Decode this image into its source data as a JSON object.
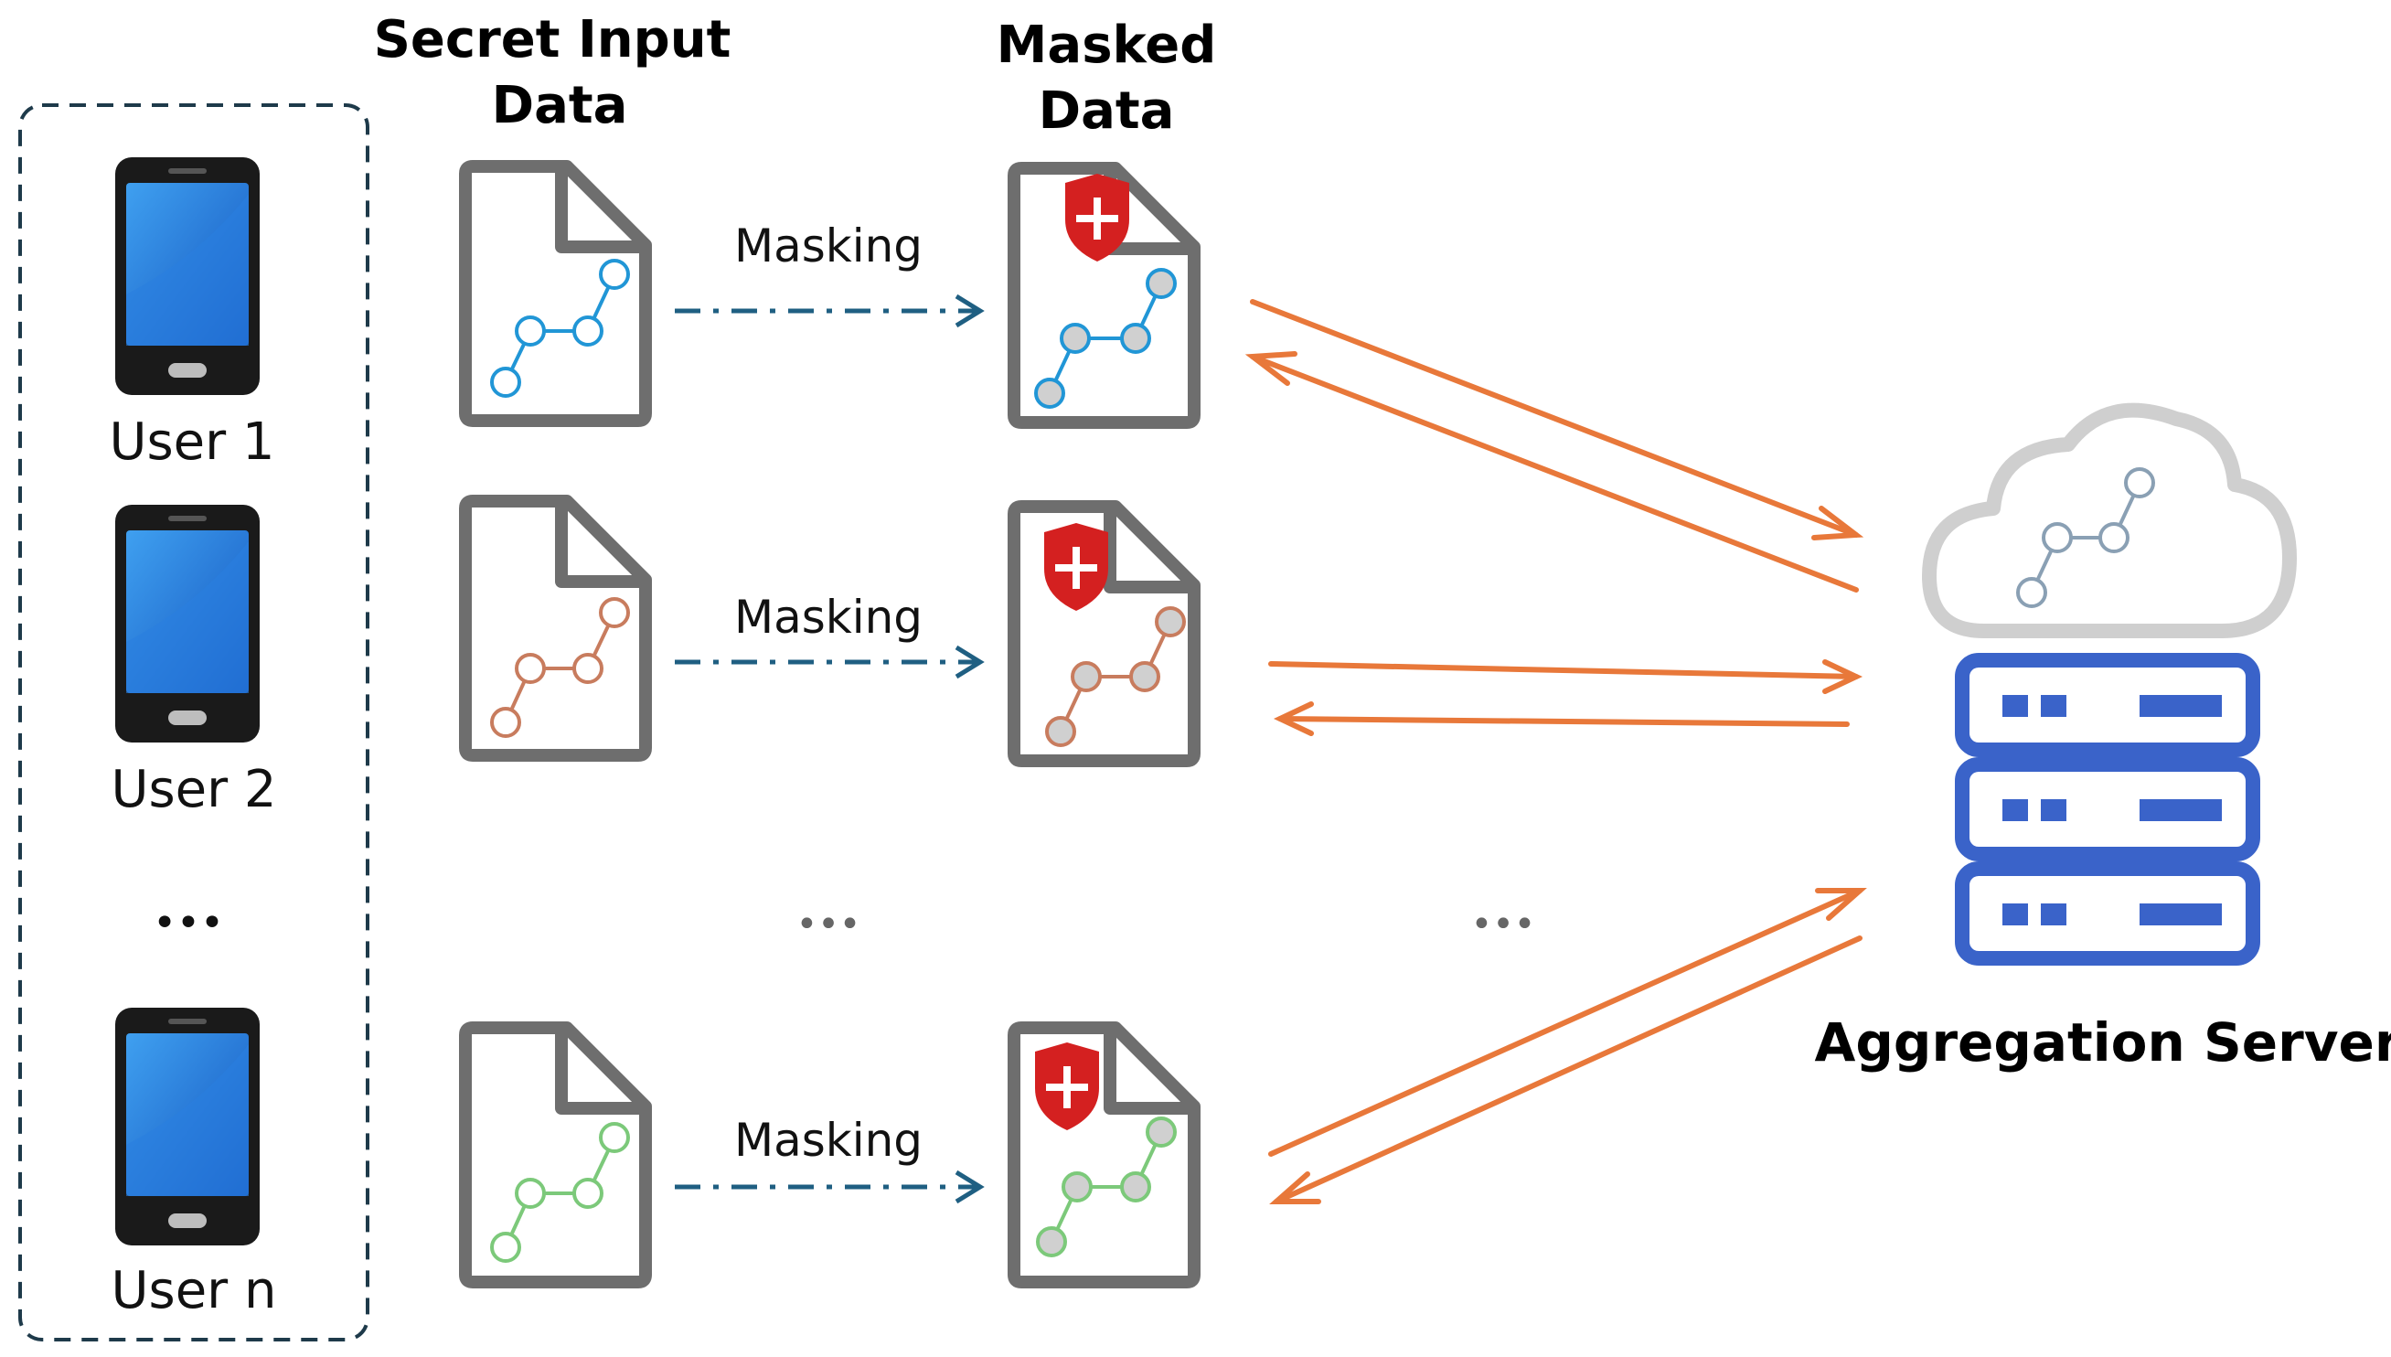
{
  "headings": {
    "secret_line1": "Secret Input",
    "secret_line2": "Data",
    "masked_line1": "Masked",
    "masked_line2": "Data",
    "server": "Aggregation Server"
  },
  "users": [
    {
      "label": "User 1"
    },
    {
      "label": "User 2"
    },
    {
      "label": "User n"
    }
  ],
  "ellipsis": "•••",
  "masking_label": "Masking",
  "colors": {
    "doc_border": "#6e6e6e",
    "arrow": "#e8783a",
    "dash_arrow": "#1f5f82",
    "shield": "#d42020",
    "server": "#3a63c9",
    "cloud": "#c9c9c9",
    "chart_user1": "#2196d6",
    "chart_user2": "#c87c5e",
    "chart_user3": "#7cc97a",
    "chart_cloud": "#8aa0b4",
    "phone_body": "#1a1a1a",
    "phone_screen": "#1f6fd8"
  },
  "icons": {
    "phone": "smartphone-icon",
    "document": "document-icon",
    "shield": "shield-plus-icon",
    "cloud": "cloud-icon",
    "server": "server-rack-icon"
  }
}
